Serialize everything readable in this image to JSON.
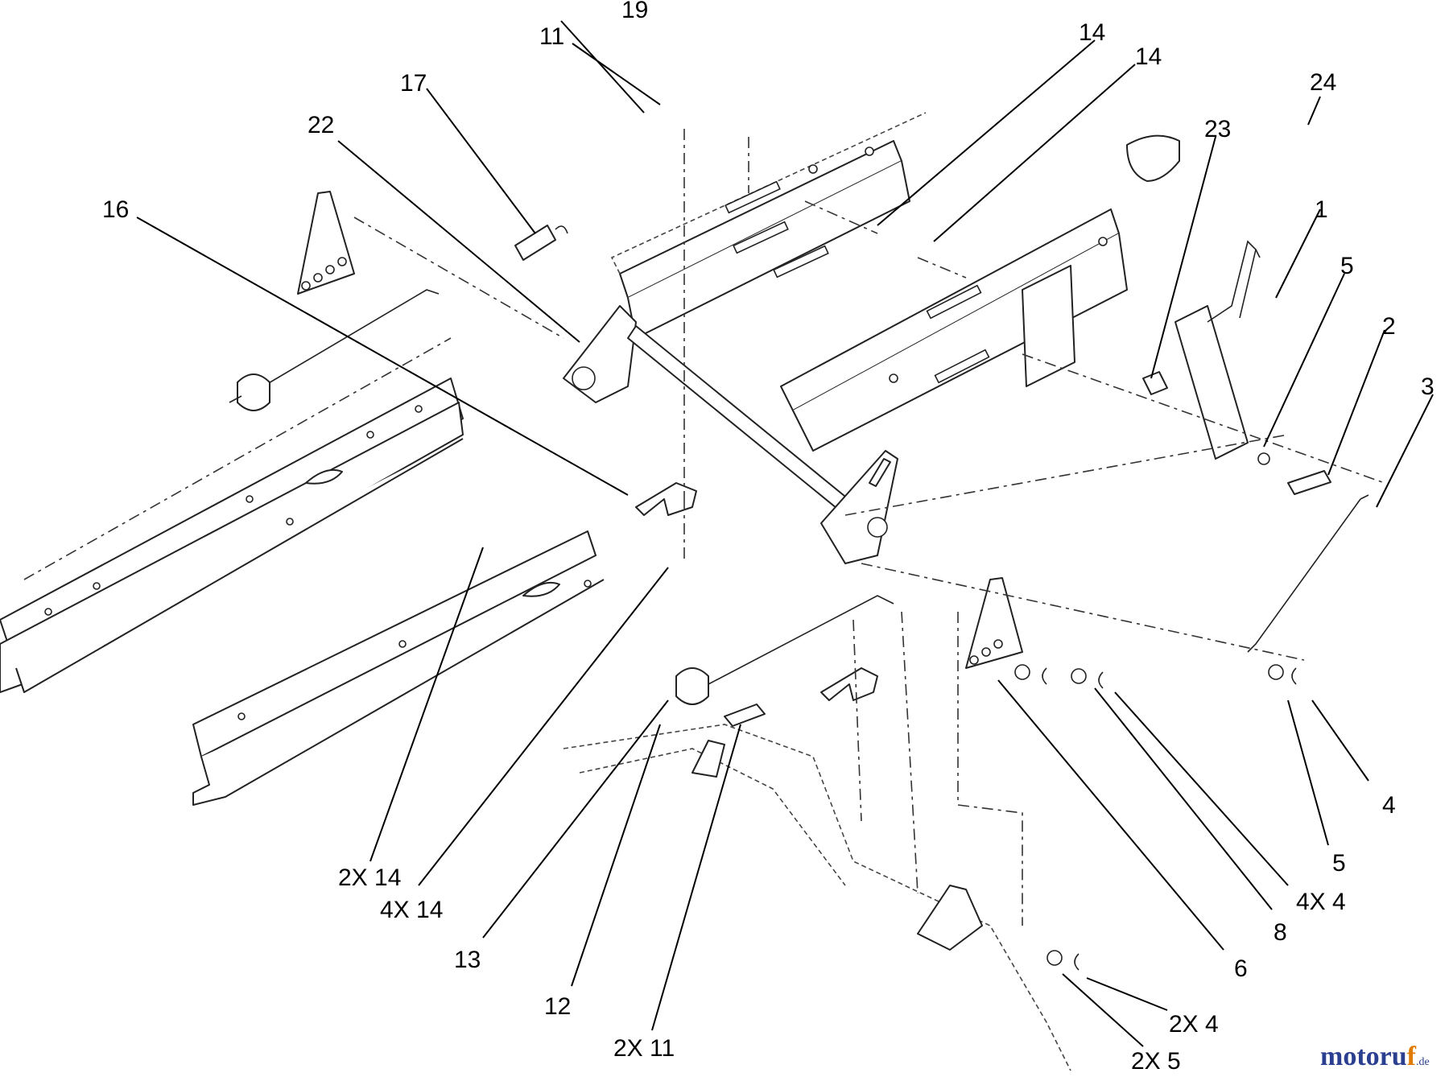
{
  "colors": {
    "line": "#222222",
    "label": "#000000",
    "watermark_main": "#2a3f8f",
    "watermark_accent": "#e07b00"
  },
  "callouts": [
    "19",
    "11",
    "14",
    "14",
    "17",
    "24",
    "22",
    "23",
    "1",
    "5",
    "2",
    "16",
    "3",
    "2X 14",
    "4X 14",
    "13",
    "12",
    "2X 11",
    "6",
    "8",
    "4X 4",
    "5",
    "4",
    "2X 4",
    "2X 5"
  ],
  "watermark": {
    "main": "motoru",
    "accent": "f",
    "tld": ".de"
  }
}
